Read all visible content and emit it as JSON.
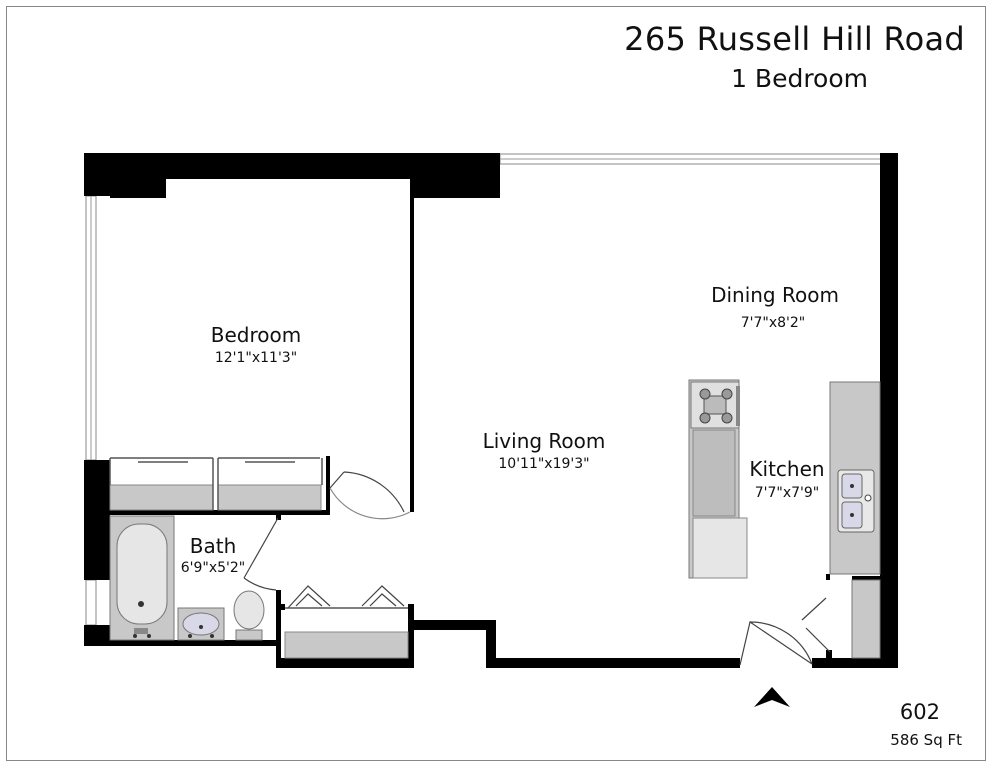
{
  "header": {
    "address": "265 Russell Hill Road",
    "unit_type": "1 Bedroom"
  },
  "footer": {
    "unit_number": "602",
    "square_footage": "586 Sq Ft"
  },
  "rooms": {
    "bedroom": {
      "name": "Bedroom",
      "dimensions": "12'1\"x11'3\""
    },
    "living_room": {
      "name": "Living Room",
      "dimensions": "10'11\"x19'3\""
    },
    "dining_room": {
      "name": "Dining Room",
      "dimensions": "7'7\"x8'2\""
    },
    "kitchen": {
      "name": "Kitchen",
      "dimensions": "7'7\"x7'9\""
    },
    "bath": {
      "name": "Bath",
      "dimensions": "6'9\"x5'2\""
    }
  },
  "colors": {
    "wall": "#000000",
    "fixture": "#c8c8c8",
    "fixture_dark": "#a9a9a9",
    "window": "#d9d9d9"
  },
  "icons": [
    "entrance-arrow-icon",
    "stove-icon",
    "sink-icon",
    "toilet-icon",
    "bathtub-icon"
  ]
}
